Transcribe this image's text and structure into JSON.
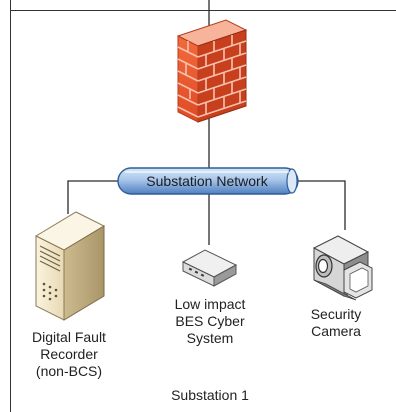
{
  "network": {
    "label": "Substation Network"
  },
  "devices": {
    "dfr": {
      "lines": [
        "Digital Fault",
        "Recorder",
        "(non-BCS)"
      ]
    },
    "low_impact": {
      "lines": [
        "Low impact",
        "BES Cyber",
        "System"
      ]
    },
    "camera": {
      "lines": [
        "Security",
        "Camera"
      ]
    }
  },
  "substation": {
    "label": "Substation 1"
  },
  "colors": {
    "boundary": "#333333",
    "network_fill": "#a9c8ec",
    "firewall_brick": "#e9552d"
  }
}
